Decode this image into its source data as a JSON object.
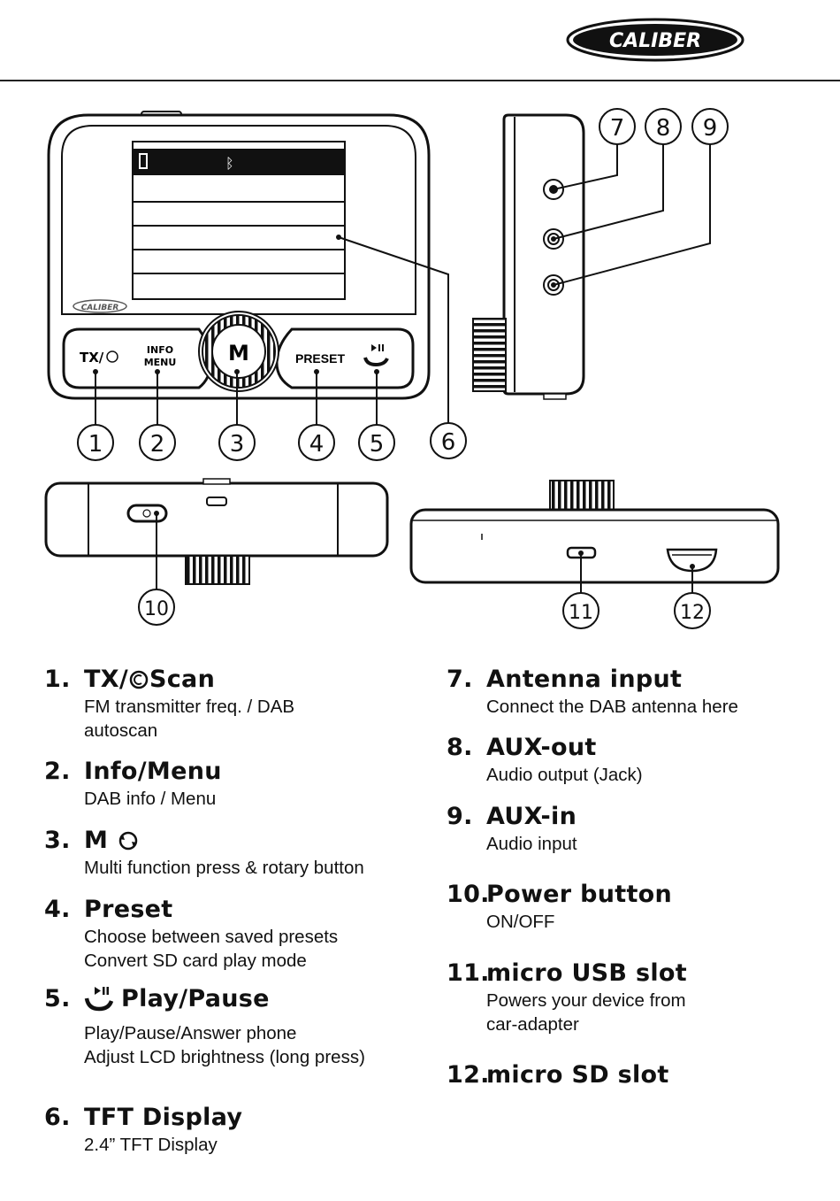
{
  "header": {
    "brand_logo": "CALIBER"
  },
  "device": {
    "logo_small": "CALIBER",
    "button_tx": "TX/",
    "button_info_line1": "INFO",
    "button_info_line2": "MENU",
    "button_m": "M",
    "button_preset": "PRESET"
  },
  "callouts": [
    "1",
    "2",
    "3",
    "4",
    "5",
    "6",
    "7",
    "8",
    "9",
    "10",
    "11",
    "12"
  ],
  "items": [
    {
      "num": "1.",
      "title_pre": "TX/",
      "title_post": " Scan",
      "desc": [
        "FM transmitter freq. / DAB",
        "autoscan"
      ]
    },
    {
      "num": "2.",
      "title": "Info/Menu",
      "desc": [
        "DAB info / Menu"
      ]
    },
    {
      "num": "3.",
      "title": "M",
      "desc": [
        "Multi function press & rotary button"
      ]
    },
    {
      "num": "4.",
      "title": "Preset",
      "desc": [
        "Choose between saved presets",
        "Convert SD card play mode"
      ]
    },
    {
      "num": "5.",
      "title": "Play/Pause",
      "desc": [
        "Play/Pause/Answer phone",
        "Adjust LCD brightness (long press)"
      ]
    },
    {
      "num": "6.",
      "title": "TFT Display",
      "desc": [
        "2.4” TFT Display"
      ]
    },
    {
      "num": "7.",
      "title": "Antenna input",
      "desc": [
        "Connect the DAB antenna here"
      ]
    },
    {
      "num": "8.",
      "title": "AUX-out",
      "desc": [
        "Audio output (Jack)"
      ]
    },
    {
      "num": "9.",
      "title": "AUX-in",
      "desc": [
        "Audio input"
      ]
    },
    {
      "num": "10.",
      "title": "Power button",
      "desc": [
        "ON/OFF"
      ]
    },
    {
      "num": "11.",
      "title": "micro USB slot",
      "desc": [
        "Powers your device from",
        "car-adapter"
      ]
    },
    {
      "num": "12.",
      "title": "micro SD slot",
      "desc": []
    }
  ]
}
